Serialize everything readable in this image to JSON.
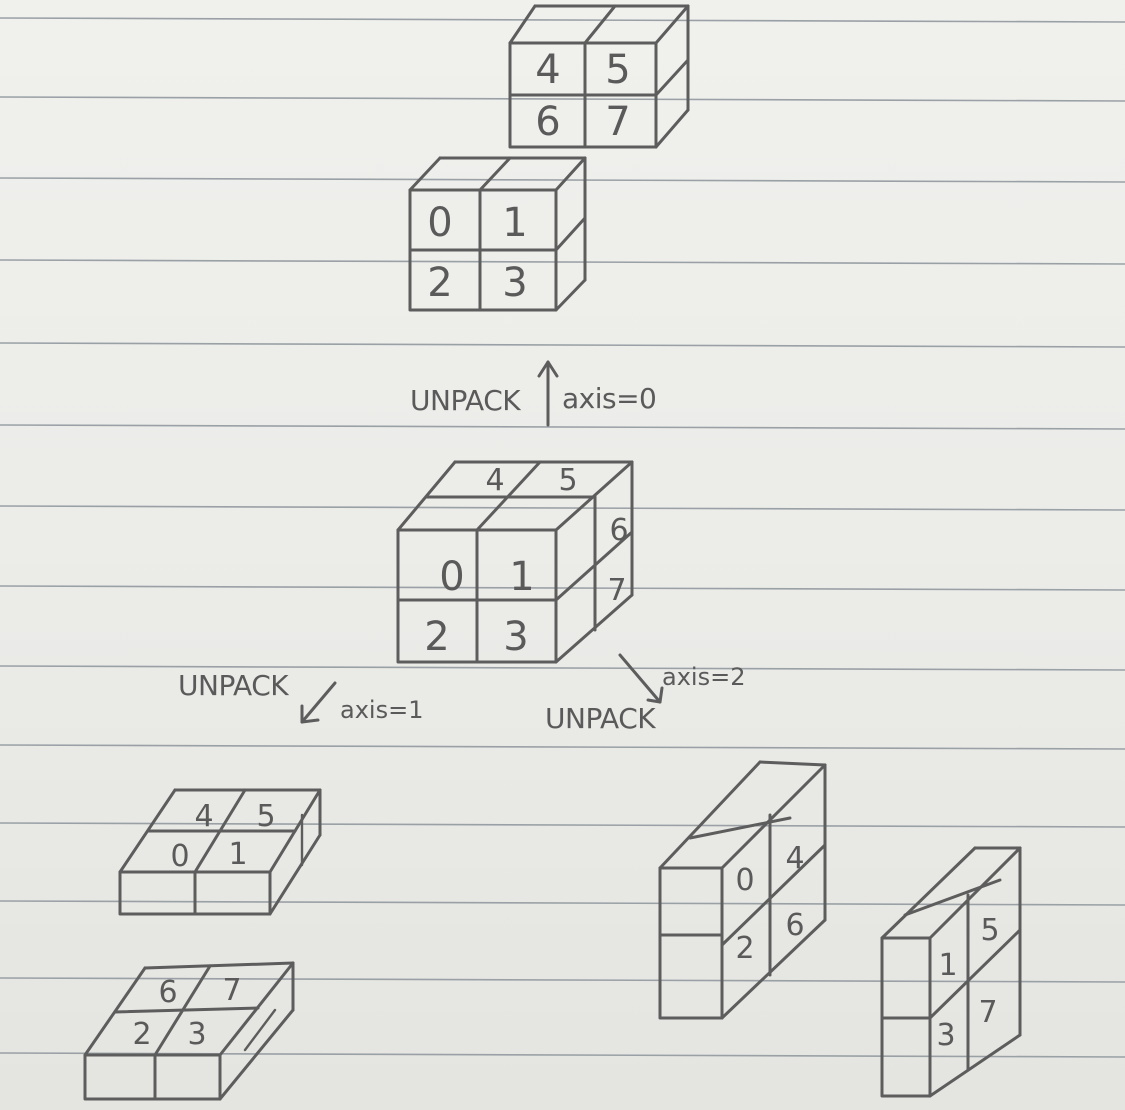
{
  "diagram": {
    "center_cube": {
      "front": [
        "0",
        "1",
        "2",
        "3"
      ],
      "top_back": [
        "4",
        "5"
      ],
      "side": [
        "6",
        "7"
      ]
    },
    "axis0": {
      "label_left": "UNPACK",
      "label_right": "axis=0",
      "slice_front": [
        "0",
        "1",
        "2",
        "3"
      ],
      "slice_back": [
        "4",
        "5",
        "6",
        "7"
      ]
    },
    "axis1": {
      "label_top": "UNPACK",
      "label_bottom": "axis=1",
      "slice_top": [
        "4",
        "5",
        "0",
        "1"
      ],
      "slice_bottom": [
        "6",
        "7",
        "2",
        "3"
      ]
    },
    "axis2": {
      "label_top": "axis=2",
      "label_bottom": "UNPACK",
      "slice_left": [
        "0",
        "4",
        "2",
        "6"
      ],
      "slice_right": [
        "1",
        "5",
        "3",
        "7"
      ]
    }
  }
}
